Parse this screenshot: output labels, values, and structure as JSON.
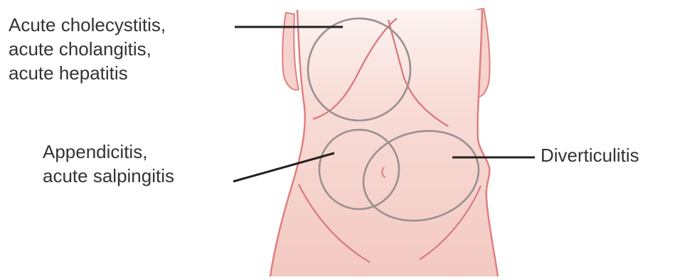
{
  "labels": {
    "top": {
      "lines": [
        "Acute cholecystitis,",
        "acute cholangitis,",
        "acute hepatitis"
      ]
    },
    "left": {
      "lines": [
        "Appendicitis,",
        "acute salpingitis"
      ]
    },
    "right": {
      "lines": [
        "Diverticulitis"
      ]
    }
  },
  "colors": {
    "skin_light": "#fbe9e6",
    "skin_mid": "#f4cdc6",
    "skin_edge": "#e89a96",
    "body_outline": "#e07f80",
    "region_circle": "#9a8f90",
    "leader_line": "#222222",
    "text": "#333333"
  }
}
